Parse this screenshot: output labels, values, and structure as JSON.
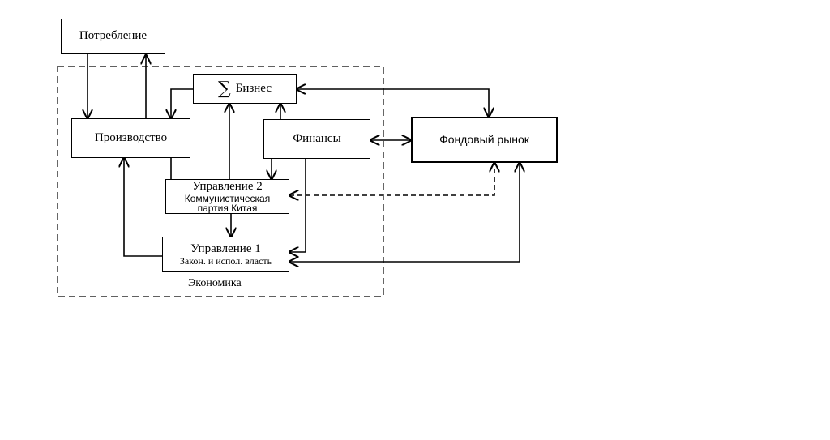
{
  "nodes": {
    "consumption": {
      "label": "Потребление"
    },
    "production": {
      "label": "Производство"
    },
    "business": {
      "symbol": "∑",
      "label": "Бизнес"
    },
    "finance": {
      "label": "Финансы"
    },
    "stock_market": {
      "label": "Фондовый рынок"
    },
    "management2": {
      "title": "Управление 2",
      "line1": "Коммунистическая",
      "line2": "партия Китая"
    },
    "management1": {
      "title": "Управление 1",
      "subtitle": "Закон. и испол. власть"
    }
  },
  "regions": {
    "economy": {
      "label": "Экономика"
    }
  }
}
